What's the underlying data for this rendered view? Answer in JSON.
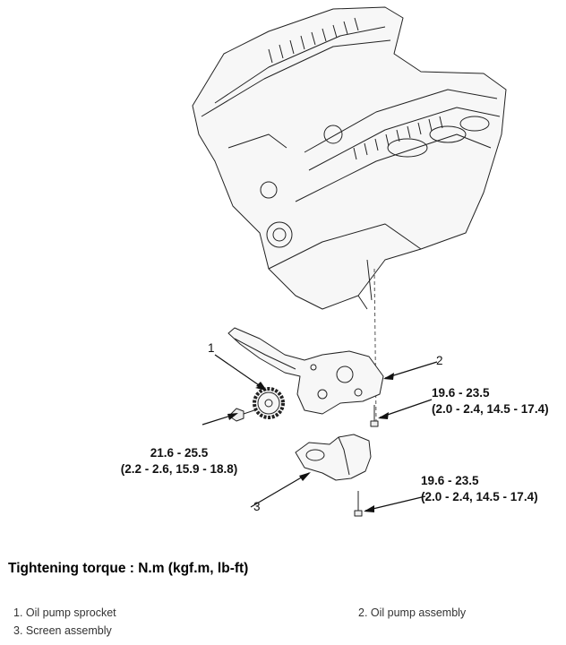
{
  "callouts": {
    "c1": "1",
    "c2": "2",
    "c3": "3"
  },
  "torques": {
    "t_sprocket": {
      "line1": "21.6 - 25.5",
      "line2": "(2.2 - 2.6, 15.9 - 18.8)"
    },
    "t_pump": {
      "line1": "19.6 - 23.5",
      "line2": "(2.0 - 2.4, 14.5 - 17.4)"
    },
    "t_screen": {
      "line1": "19.6 - 23.5",
      "line2": "(2.0 - 2.4, 14.5 - 17.4)"
    }
  },
  "heading": "Tightening torque : N.m (kgf.m, lb-ft)",
  "legend": [
    "1. Oil pump sprocket",
    "2. Oil pump assembly",
    "3. Screen assembly"
  ]
}
